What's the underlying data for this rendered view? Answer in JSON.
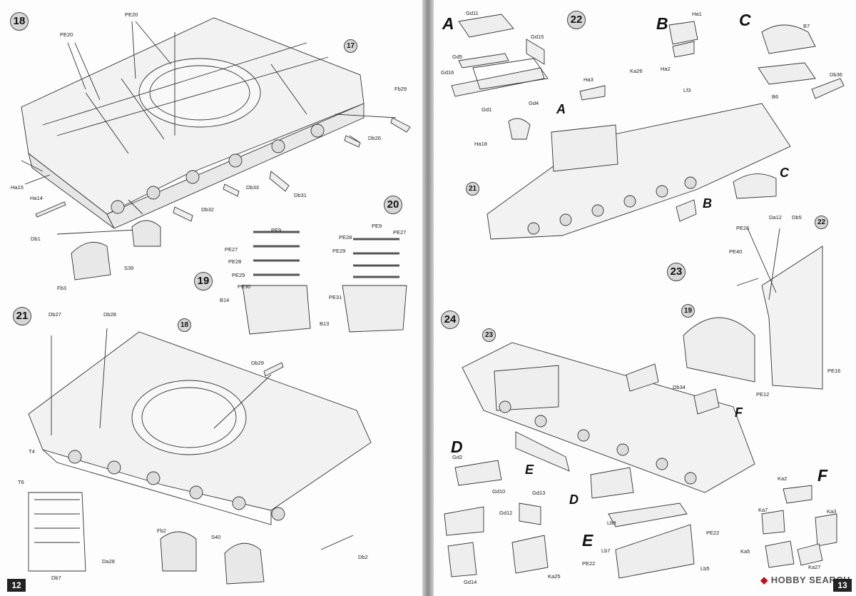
{
  "left_page": {
    "page_number": "12",
    "steps": {
      "s18": "18",
      "s17": "17",
      "s19": "19",
      "s20": "20",
      "s21": "21",
      "s18b": "18"
    },
    "labels": {
      "pe20a": "PE20",
      "pe20b": "PE20",
      "fb29": "Fb29",
      "db26": "Db26",
      "ha15": "Ha15",
      "ha14": "Ha14",
      "db33": "Db33",
      "db31": "Db31",
      "db32": "Db32",
      "db1": "Db1",
      "s39": "S39",
      "fb3": "Fb3",
      "pe9a": "PE9",
      "pe27a": "PE27",
      "pe28a": "PE28",
      "pe29a": "PE29",
      "pe30": "PE30",
      "b14": "B14",
      "pe28b": "PE28",
      "pe9b": "PE9",
      "pe27b": "PE27",
      "pe29b": "PE29",
      "pe31": "PE31",
      "b13": "B13",
      "db27": "Db27",
      "db28": "Db28",
      "db29": "Db29",
      "t4": "T4",
      "t6": "T6",
      "da28": "Da28",
      "db7": "Db7",
      "fb2": "Fb2",
      "s40": "S40",
      "db2": "Db2"
    }
  },
  "right_page": {
    "page_number": "13",
    "letters": {
      "a1": "A",
      "b1": "B",
      "c1": "C",
      "a2": "A",
      "c2": "C",
      "b2": "B",
      "d1": "D",
      "e1": "E",
      "d2": "D",
      "e2": "E",
      "f1": "F",
      "f2": "F"
    },
    "steps": {
      "s22": "22",
      "s21": "21",
      "s22b": "22",
      "s23": "23",
      "s19": "19",
      "s24": "24",
      "s23b": "23"
    },
    "labels": {
      "gd11": "Gd11",
      "gd15": "Gd15",
      "gd5": "Gd5",
      "gd16": "Gd16",
      "gd1": "Gd1",
      "gd4": "Gd4",
      "ha1": "Ha1",
      "ha2": "Ha2",
      "lf3": "Lf3",
      "b7": "B7",
      "b6": "B6",
      "db36": "Db36",
      "ha3": "Ha3",
      "ka26": "Ka26",
      "ha18": "Ha18",
      "pe26": "PE26",
      "da12": "Da12",
      "db5": "Db5",
      "pe40": "PE40",
      "pe16": "PE16",
      "pe12": "PE12",
      "db34": "Db34",
      "gd2": "Gd2",
      "gd10": "Gd10",
      "gd13": "Gd13",
      "gd12": "Gd12",
      "gd14": "Gd14",
      "ka25": "Ka25",
      "lb9": "Lb9",
      "lb7": "Lb7",
      "pe22a": "PE22",
      "pe22b": "PE22",
      "lb5": "Lb5",
      "ka2": "Ka2",
      "ka7": "Ka7",
      "ka3": "Ka3",
      "ka5": "Ka5",
      "ka27": "Ka27"
    },
    "watermark": "HOBBY SEARCH"
  }
}
